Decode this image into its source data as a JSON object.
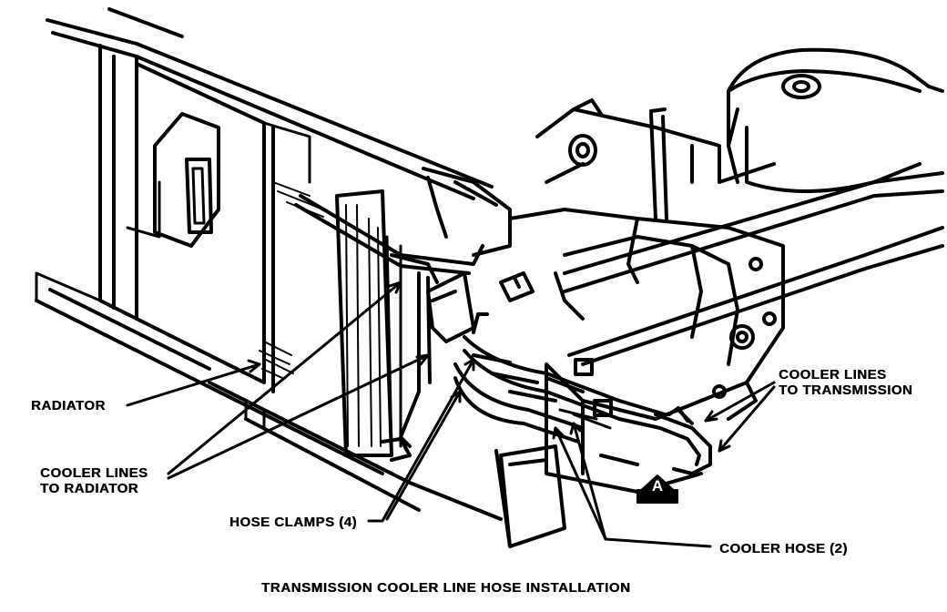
{
  "labels": {
    "radiator": "RADIATOR",
    "cooler_lines_to_radiator": [
      "COOLER LINES",
      "TO RADIATOR"
    ],
    "hose_clamps": "HOSE CLAMPS (4)",
    "cooler_lines_to_transmission": [
      "COOLER LINES",
      "TO TRANSMISSION"
    ],
    "cooler_hose": "COOLER HOSE (2)",
    "view_marker": "A"
  },
  "caption": "TRANSMISSION COOLER LINE HOSE INSTALLATION",
  "colors": {
    "ink": "#000000",
    "paper": "#ffffff"
  }
}
